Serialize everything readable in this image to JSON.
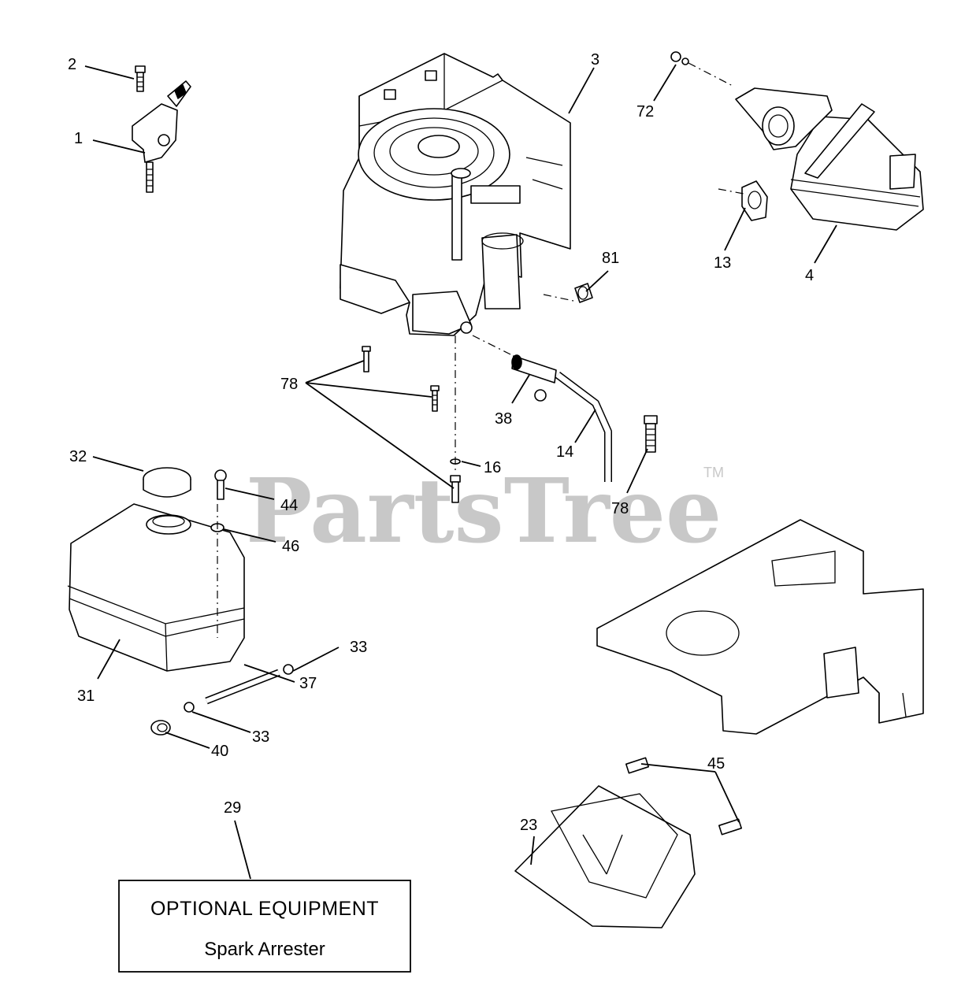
{
  "watermark": {
    "text": "PartsTree",
    "tm": "TM"
  },
  "callouts": [
    {
      "id": "c1",
      "text": "1"
    },
    {
      "id": "c2",
      "text": "2"
    },
    {
      "id": "c3",
      "text": "3"
    },
    {
      "id": "c4",
      "text": "4"
    },
    {
      "id": "c13",
      "text": "13"
    },
    {
      "id": "c14",
      "text": "14"
    },
    {
      "id": "c16",
      "text": "16"
    },
    {
      "id": "c23",
      "text": "23"
    },
    {
      "id": "c29",
      "text": "29"
    },
    {
      "id": "c31",
      "text": "31"
    },
    {
      "id": "c32",
      "text": "32"
    },
    {
      "id": "c33a",
      "text": "33"
    },
    {
      "id": "c33b",
      "text": "33"
    },
    {
      "id": "c37",
      "text": "37"
    },
    {
      "id": "c38",
      "text": "38"
    },
    {
      "id": "c40",
      "text": "40"
    },
    {
      "id": "c44",
      "text": "44"
    },
    {
      "id": "c45",
      "text": "45"
    },
    {
      "id": "c46",
      "text": "46"
    },
    {
      "id": "c72",
      "text": "72"
    },
    {
      "id": "c78a",
      "text": "78"
    },
    {
      "id": "c78b",
      "text": "78"
    },
    {
      "id": "c81",
      "text": "81"
    }
  ],
  "optional_box": {
    "title": "OPTIONAL EQUIPMENT",
    "subtitle": "Spark Arrester"
  }
}
